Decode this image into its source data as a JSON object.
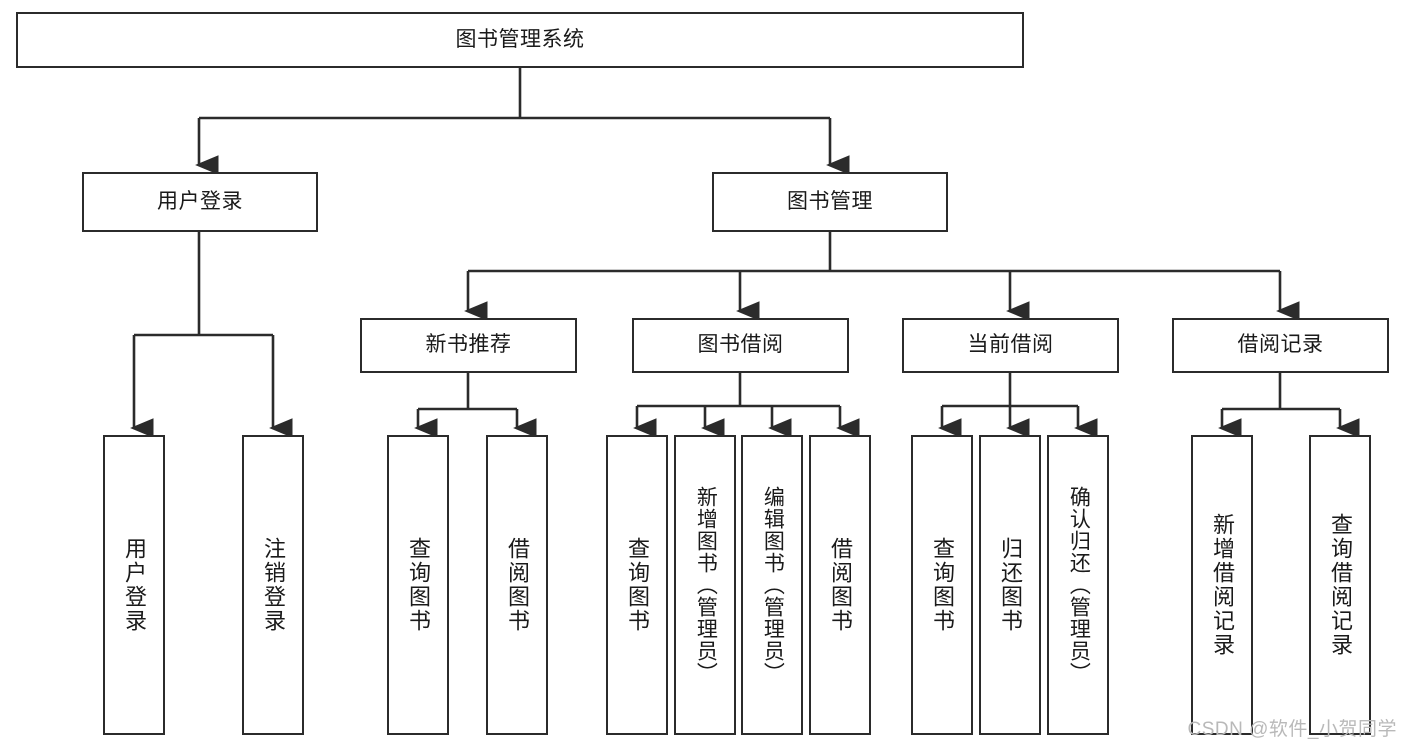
{
  "diagram": {
    "title": "图书管理系统",
    "watermark": "CSDN @软件_小贺同学",
    "colors": {
      "stroke": "#2b2b2b",
      "fill": "#ffffff",
      "text": "#1a1a1a",
      "watermark": "#b9b9b9"
    },
    "root": {
      "label": "图书管理系统"
    },
    "level2": [
      {
        "label": "用户登录"
      },
      {
        "label": "图书管理"
      }
    ],
    "level3": [
      {
        "label": "新书推荐"
      },
      {
        "label": "图书借阅"
      },
      {
        "label": "当前借阅"
      },
      {
        "label": "借阅记录"
      }
    ],
    "leaves": {
      "user_login": [
        {
          "label": "用户登录"
        },
        {
          "label": "注销登录"
        }
      ],
      "new_book_recommend": [
        {
          "label": "查询图书"
        },
        {
          "label": "借阅图书"
        }
      ],
      "book_borrow": [
        {
          "label": "查询图书"
        },
        {
          "label": "新增图书（管理员）"
        },
        {
          "label": "编辑图书（管理员）"
        },
        {
          "label": "借阅图书"
        }
      ],
      "current_borrow": [
        {
          "label": "查询图书"
        },
        {
          "label": "归还图书"
        },
        {
          "label": "确认归还（管理员）"
        }
      ],
      "borrow_record": [
        {
          "label": "新增借阅记录"
        },
        {
          "label": "查询借阅记录"
        }
      ]
    }
  }
}
